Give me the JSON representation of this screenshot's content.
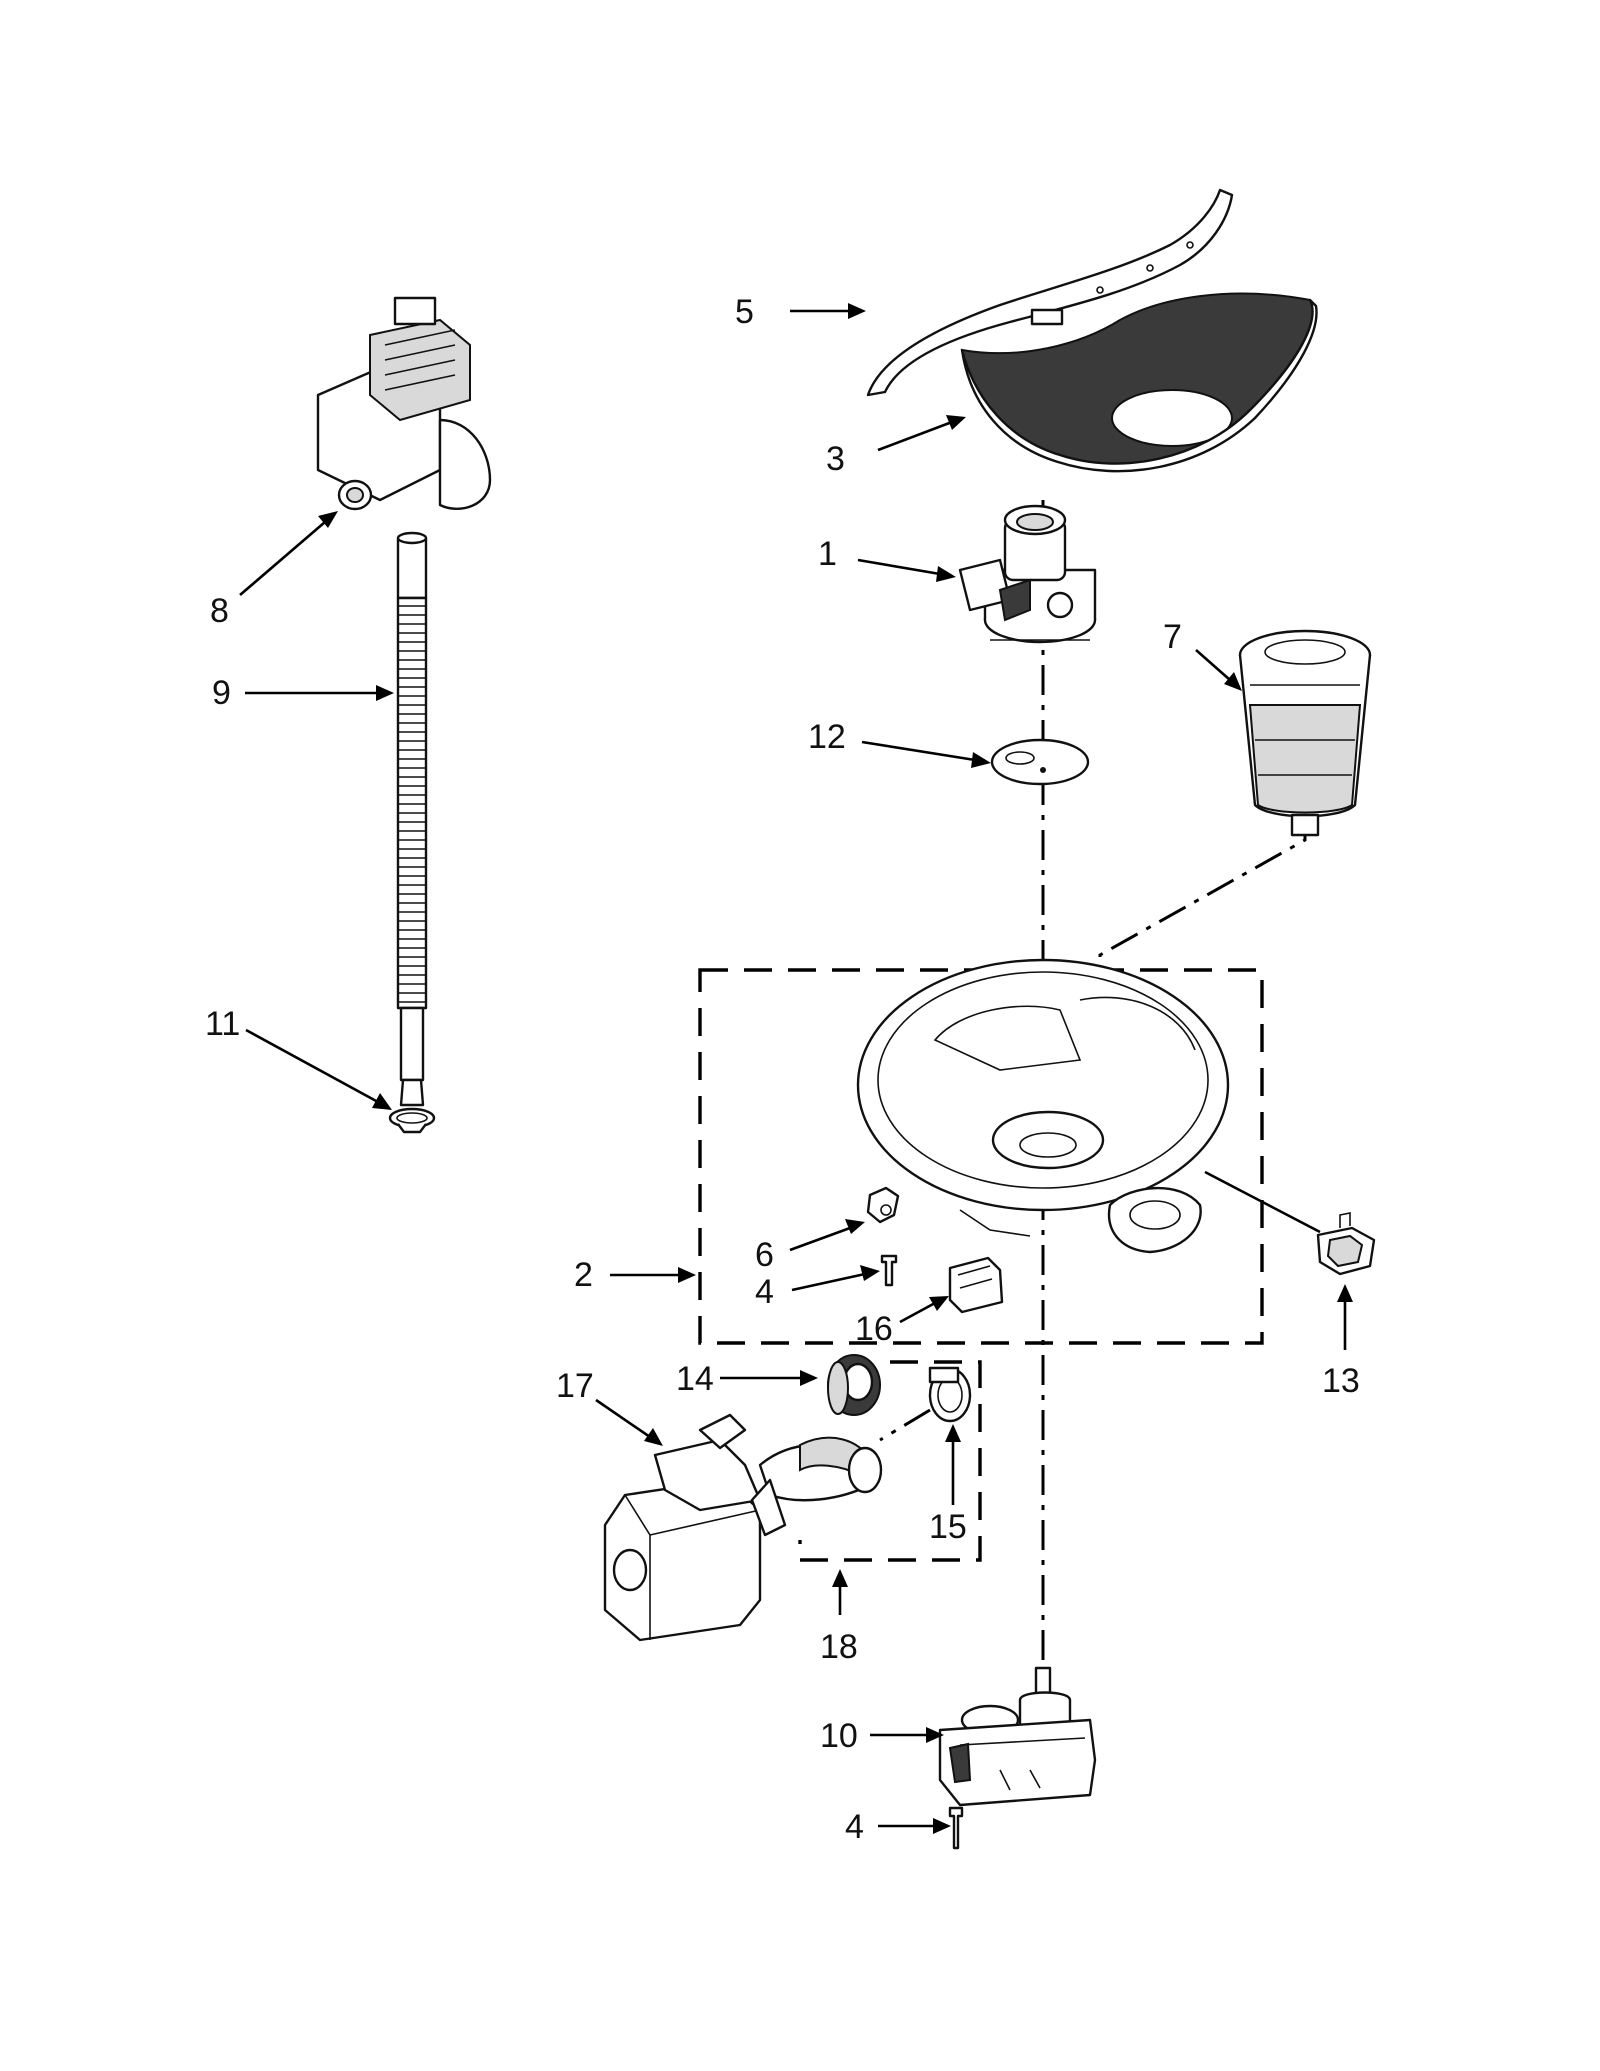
{
  "callouts": [
    {
      "id": "5",
      "text": "5"
    },
    {
      "id": "3",
      "text": "3"
    },
    {
      "id": "1",
      "text": "1"
    },
    {
      "id": "8",
      "text": "8"
    },
    {
      "id": "9",
      "text": "9"
    },
    {
      "id": "7",
      "text": "7"
    },
    {
      "id": "12",
      "text": "12"
    },
    {
      "id": "11",
      "text": "11"
    },
    {
      "id": "6",
      "text": "6"
    },
    {
      "id": "2",
      "text": "2"
    },
    {
      "id": "4a",
      "text": "4"
    },
    {
      "id": "16",
      "text": "16"
    },
    {
      "id": "13",
      "text": "13"
    },
    {
      "id": "17",
      "text": "17"
    },
    {
      "id": "14",
      "text": "14"
    },
    {
      "id": "15",
      "text": "15"
    },
    {
      "id": "18",
      "text": "18"
    },
    {
      "id": "10",
      "text": "10"
    },
    {
      "id": "4b",
      "text": "4"
    }
  ]
}
